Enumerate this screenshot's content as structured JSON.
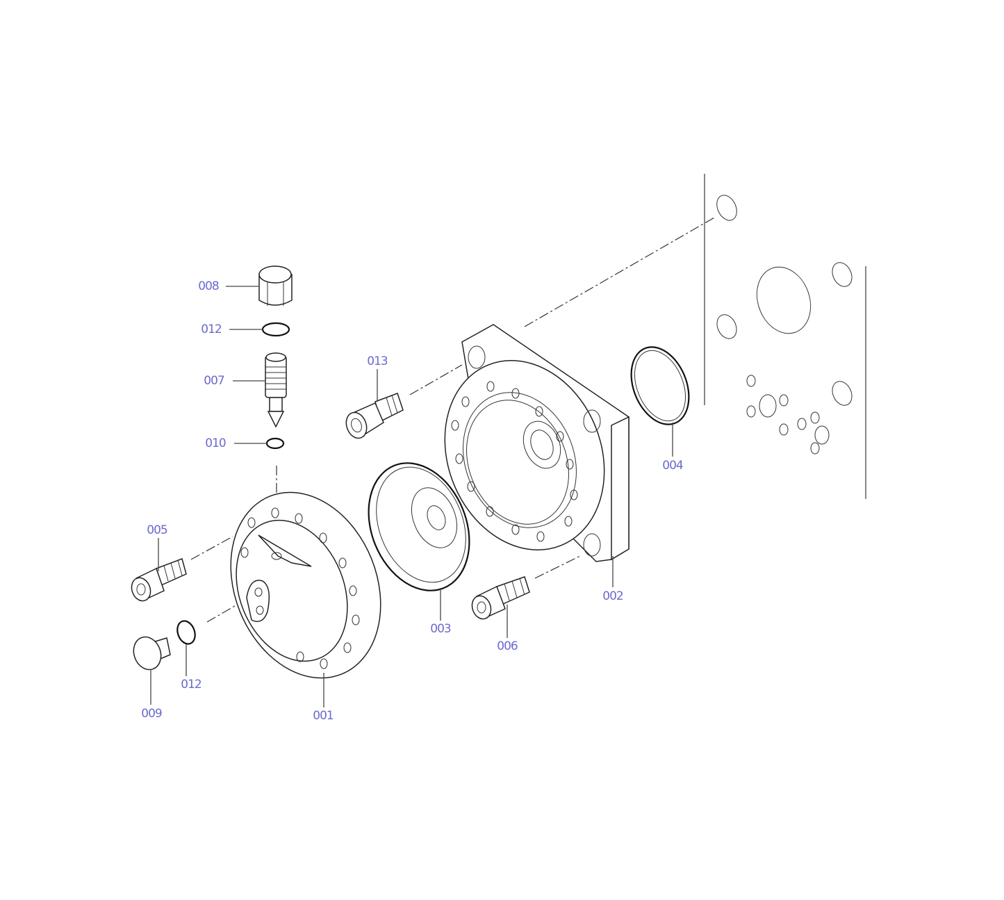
{
  "label_color": "#6a6ad0",
  "callouts": {
    "c008": "008",
    "c012a": "012",
    "c007": "007",
    "c010": "010",
    "c013": "013",
    "c005": "005",
    "c012b": "012",
    "c009": "009",
    "c001": "001",
    "c003": "003",
    "c006": "006",
    "c002": "002",
    "c004": "004"
  }
}
